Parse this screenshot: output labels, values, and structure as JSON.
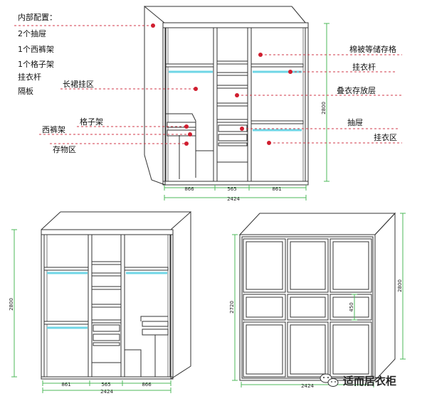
{
  "left_labels": {
    "heading": "内部配置：",
    "items": [
      "2个抽屉",
      "1个西裤架",
      "1个格子架",
      "挂衣杆",
      "隔板"
    ]
  },
  "callouts": {
    "long_skirt": "长裙挂区",
    "grid_rack": "格子架",
    "trouser_rack": "西裤架",
    "storage": "存物区",
    "quilt_storage": "棉被等储存格",
    "hanging_rod": "挂衣杆",
    "folded_shelf": "叠衣存放层",
    "drawer": "抽屉",
    "hanging_area": "挂衣区"
  },
  "top_view": {
    "height": "2800",
    "widths": [
      "866",
      "565",
      "861"
    ],
    "total": "2424"
  },
  "bottom_left_view": {
    "height": "2800",
    "widths": [
      "861",
      "565",
      "866"
    ],
    "total": "2424"
  },
  "bottom_right_view": {
    "height_total": "2800",
    "height_door": "2720",
    "panel_height": "450",
    "total": "2424"
  },
  "watermark": "适而居衣柜",
  "colors": {
    "rod": "#6fd6e6",
    "callout_dot": "#d01e2f",
    "dimension_line": "#4cb85a"
  }
}
